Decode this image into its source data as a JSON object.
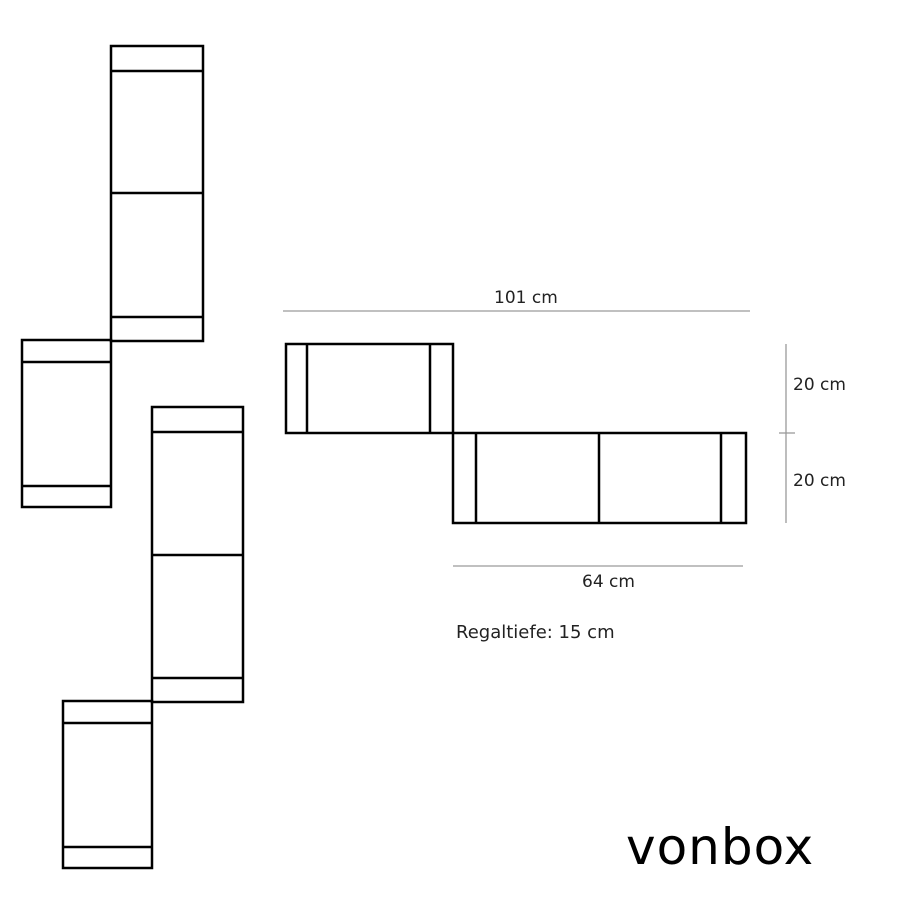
{
  "dimensions": {
    "total_width": "101 cm",
    "lower_width": "64 cm",
    "upper_height": "20 cm",
    "lower_height": "20 cm",
    "depth": "Regaltiefe: 15 cm"
  },
  "logo": "vonbox",
  "colors": {
    "line": "#000000",
    "dimension_line": "#9a9a9a"
  }
}
